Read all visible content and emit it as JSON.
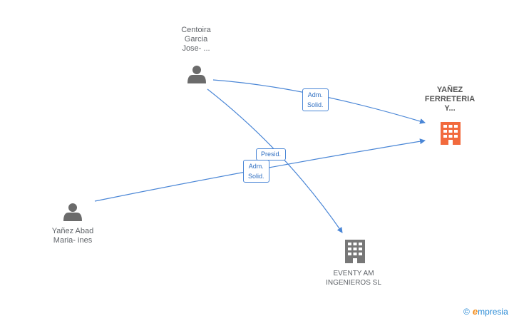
{
  "nodes": {
    "centoira": {
      "label_lines": [
        "Centoira",
        "Garcia",
        "Jose- ..."
      ],
      "kind": "person",
      "icon": "person-icon"
    },
    "yanez_abad": {
      "label_lines": [
        "Yañez Abad",
        "Maria- ines"
      ],
      "kind": "person",
      "icon": "person-icon"
    },
    "yanez_ferreteria": {
      "label_lines": [
        "YAÑEZ",
        "FERRETERIA",
        "Y..."
      ],
      "kind": "company",
      "icon": "building-icon",
      "color": "#f26a3d"
    },
    "eventy": {
      "label_lines": [
        "EVENTY AM",
        "INGENIEROS SL"
      ],
      "kind": "company",
      "icon": "building-icon",
      "color": "#777777"
    }
  },
  "edges": [
    {
      "from": "centoira",
      "to": "yanez_ferreteria",
      "label_lines": [
        "Adm.",
        "Solid."
      ]
    },
    {
      "from": "centoira",
      "to": "eventy",
      "label_lines": [
        "Presid."
      ]
    },
    {
      "from": "yanez_abad",
      "to": "yanez_ferreteria",
      "label_lines": [
        "Adm.",
        "Solid."
      ]
    }
  ],
  "colors": {
    "edge": "#4a86d6",
    "person": "#6b6b6b",
    "company_main": "#f26a3d",
    "company_other": "#777777"
  },
  "brand": {
    "copyright": "©",
    "e": "e",
    "rest": "mpresia"
  }
}
